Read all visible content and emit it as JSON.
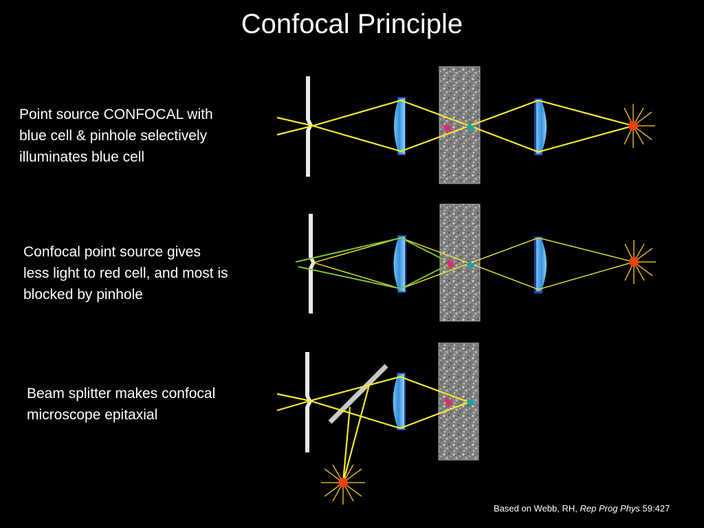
{
  "title": "Confocal Principle",
  "captions": [
    "Point source CONFOCAL with\nblue cell & pinhole selectively\nilluminates blue cell",
    "Confocal point source gives\nless light to red cell, and most is\nblocked by pinhole",
    "Beam splitter makes confocal\nmicroscope epitaxial"
  ],
  "footer": {
    "prefix": "Based on Webb, RH, ",
    "journal": "Rep Prog Phys",
    "suffix": " 59:427"
  },
  "colors": {
    "ray_primary": "#f5ec2a",
    "ray_out_of_focus": "#7ec23a",
    "lens_fill": "#4aa3e0",
    "lens_edge": "#2a3f9a",
    "source": "#e8420f",
    "source_rays": "#e0b020",
    "blue_cell": "#20a0a0",
    "red_cell": "#d83070",
    "sample": "#8c8c8c",
    "pinhole": "#e8e8e8",
    "beam_splitter": "#c8c8c8"
  }
}
